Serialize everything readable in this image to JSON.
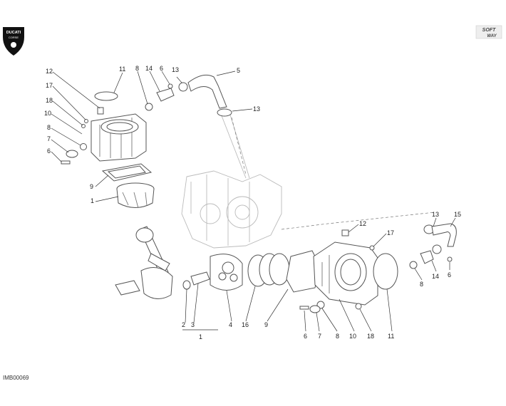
{
  "brand": {
    "logo_text": "DUCATI",
    "logo_sub": "CORSE"
  },
  "badge": {
    "line1": "SOFT",
    "line2": "WAY"
  },
  "drawing_code": "IMB00069",
  "callouts": {
    "c12a": "12",
    "c17a": "17",
    "c18a": "18",
    "c10a": "10",
    "c8a": "8",
    "c7a": "7",
    "c6a": "6",
    "c11a": "11",
    "c8b": "8",
    "c14a": "14",
    "c6b": "6",
    "c13a": "13",
    "c5": "5",
    "c13b": "13",
    "c9a": "9",
    "c1a": "1",
    "c12b": "12",
    "c17b": "17",
    "c13c": "13",
    "c15": "15",
    "c14b": "14",
    "c6c": "6",
    "c8c": "8",
    "c2": "2",
    "c3": "3",
    "c1b": "1",
    "c4": "4",
    "c16": "16",
    "c9b": "9",
    "c6d": "6",
    "c7b": "7",
    "c8d": "8",
    "c10b": "10",
    "c18b": "18",
    "c11b": "11"
  }
}
